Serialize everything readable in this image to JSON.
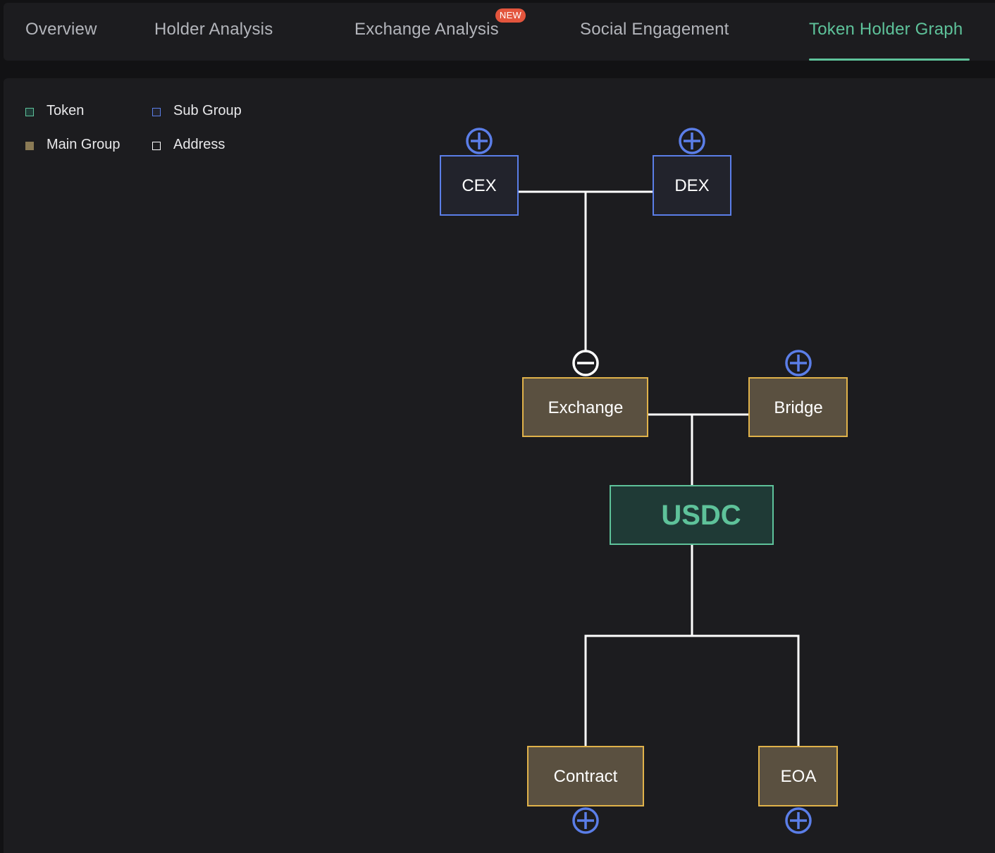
{
  "tabs": [
    {
      "label": "Overview",
      "active": false
    },
    {
      "label": "Holder Analysis",
      "active": false
    },
    {
      "label": "Exchange Analysis",
      "active": false,
      "badge": "NEW"
    },
    {
      "label": "Social Engagement",
      "active": false
    },
    {
      "label": "Token Holder Graph",
      "active": true
    }
  ],
  "legend": [
    {
      "label": "Token",
      "color": "#5ec29a"
    },
    {
      "label": "Sub Group",
      "color": "#5b7ee8"
    },
    {
      "label": "Main Group",
      "color": "#8a7a55"
    },
    {
      "label": "Address",
      "color": "#ffffff"
    }
  ],
  "graph": {
    "nodes": {
      "cex": {
        "label": "CEX",
        "type": "sub-group",
        "toggle": "expand"
      },
      "dex": {
        "label": "DEX",
        "type": "sub-group",
        "toggle": "expand"
      },
      "exchange": {
        "label": "Exchange",
        "type": "main-group",
        "toggle": "collapse"
      },
      "bridge": {
        "label": "Bridge",
        "type": "main-group",
        "toggle": "expand"
      },
      "usdc": {
        "label": "USDC",
        "type": "token"
      },
      "contract": {
        "label": "Contract",
        "type": "main-group",
        "toggle": "expand"
      },
      "eoa": {
        "label": "EOA",
        "type": "main-group",
        "toggle": "expand"
      }
    }
  },
  "colors": {
    "accent": "#5ec29a",
    "sub_group_border": "#5b7ee8",
    "main_group_border": "#e0b24a",
    "main_group_fill": "#5a5040",
    "token_fill": "#1f3a36",
    "badge": "#e3553d",
    "expand_icon": "#5b7ee8"
  }
}
